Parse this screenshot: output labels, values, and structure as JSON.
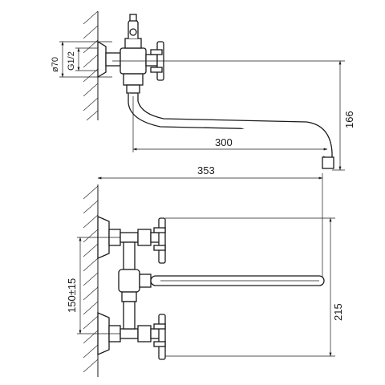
{
  "dimensions": {
    "wall_diameter": "ø70",
    "thread": "G1/2",
    "spout_height": "166",
    "spout_reach_top": "300",
    "total_width": "353",
    "center_distance": "150±15",
    "outlet_height": "215"
  }
}
